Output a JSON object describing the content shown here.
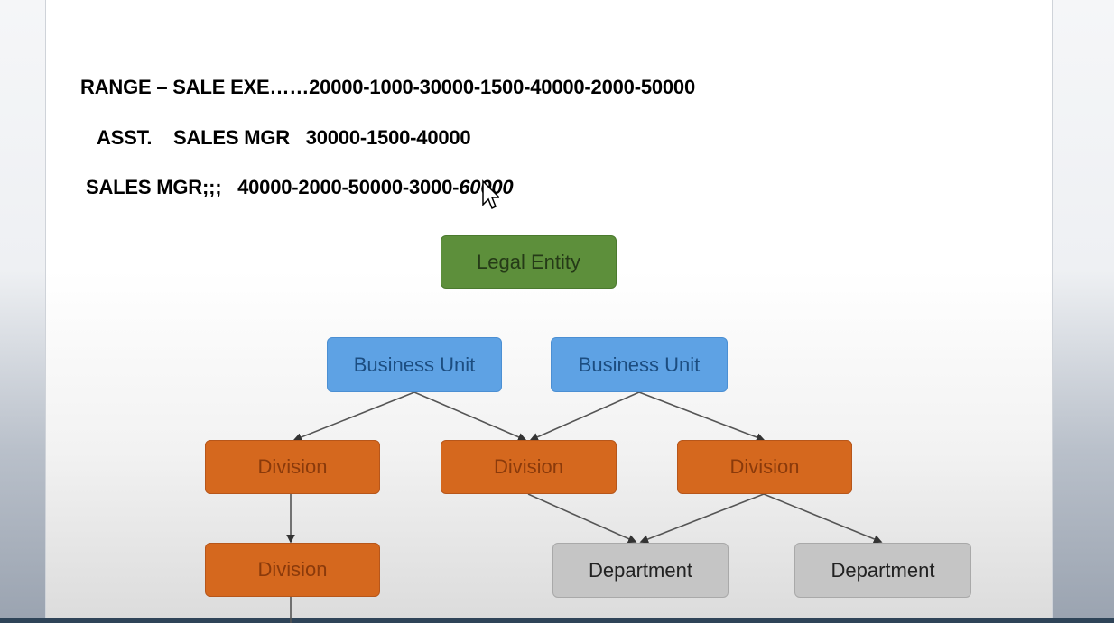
{
  "text_lines": {
    "line1": "RANGE – SALE EXE……20000-1000-30000-1500-40000-2000-50000",
    "line2": "ASST.    SALES MGR   30000-1500-40000",
    "line3_main": "SALES MGR;;;   40000-2000-50000-3000-",
    "line3_tail": "60000"
  },
  "diagram": {
    "legal_entity": "Legal Entity",
    "business_units": [
      "Business Unit",
      "Business Unit"
    ],
    "divisions": [
      "Division",
      "Division",
      "Division",
      "Division"
    ],
    "departments": [
      "Department",
      "Department"
    ]
  },
  "colors": {
    "legal_entity": "#5d8f3b",
    "business_unit": "#5ea2e4",
    "division": "#d5681e",
    "department": "#c5c5c5"
  },
  "icons": {
    "cursor": "mouse-pointer-icon"
  }
}
